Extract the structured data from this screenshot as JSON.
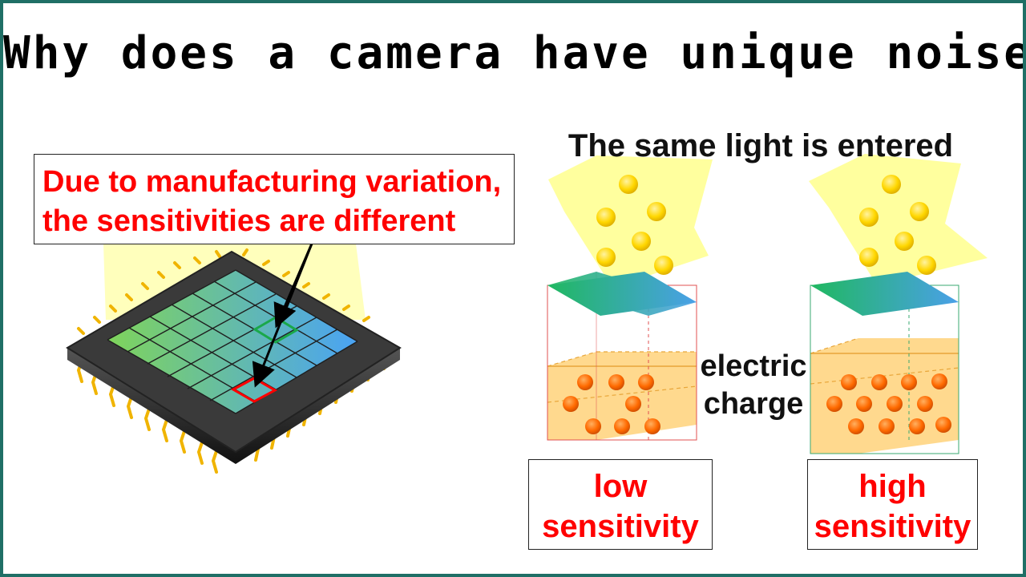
{
  "title": "Why does a camera have unique noise?",
  "callout": {
    "line1": "Due to manufacturing variation,",
    "line2": "the sensitivities are different"
  },
  "light_label": "The same light is entered",
  "charge_label": {
    "line1": "electric",
    "line2": "charge"
  },
  "low_box": {
    "line1": "low",
    "line2": "sensitivity"
  },
  "high_box": {
    "line1": "high",
    "line2": "sensitivity"
  },
  "colors": {
    "frame": "#1f6f66",
    "highlight_text": "#ff0000",
    "light": "#ffff99",
    "photon": "#ffd700",
    "charge": "#ff6a00",
    "charge_fill": "#ffd27a",
    "sensor_green": "#6fd06f",
    "sensor_blue": "#4da3ff",
    "chip_body": "#2a2a2a",
    "pin": "#f0b400"
  }
}
